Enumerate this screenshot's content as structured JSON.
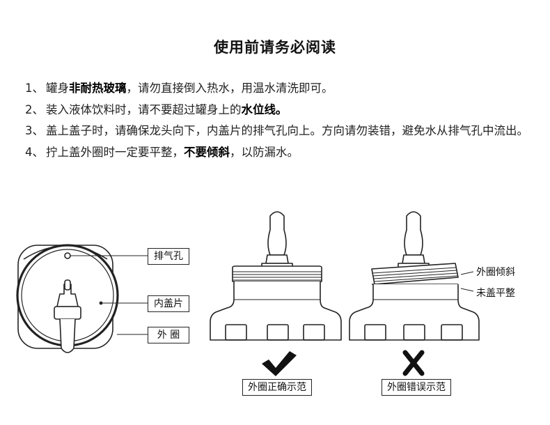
{
  "title": "使用前请务必阅读",
  "notes": [
    {
      "num": "1、",
      "parts": [
        "罐身",
        "非耐热玻璃",
        "，请勿直接倒入热水，用温水清洗即可。"
      ]
    },
    {
      "num": "2、",
      "parts": [
        "装入液体饮料时，请不要超过罐身上的",
        "水位线。",
        ""
      ]
    },
    {
      "num": "3、",
      "parts": [
        "盖上盖子时，请确保龙头向下，内盖片的排气孔向上。方向请勿装错，避免水从排气孔中流出。",
        "",
        ""
      ]
    },
    {
      "num": "4、",
      "parts": [
        "拧上盖外圈时一定要平整，",
        "不要倾斜",
        "，以防漏水。"
      ]
    }
  ],
  "diagram": {
    "labels": {
      "vent_hole": "排气孔",
      "inner_lid": "内盖片",
      "outer_ring": "外 圈",
      "ring_tilted": "外圈倾斜",
      "not_flat": "未盖平整",
      "correct": "外圈正确示范",
      "wrong": "外圈错误示范"
    },
    "icons": {
      "correct": "check-icon",
      "wrong": "cross-icon"
    }
  }
}
